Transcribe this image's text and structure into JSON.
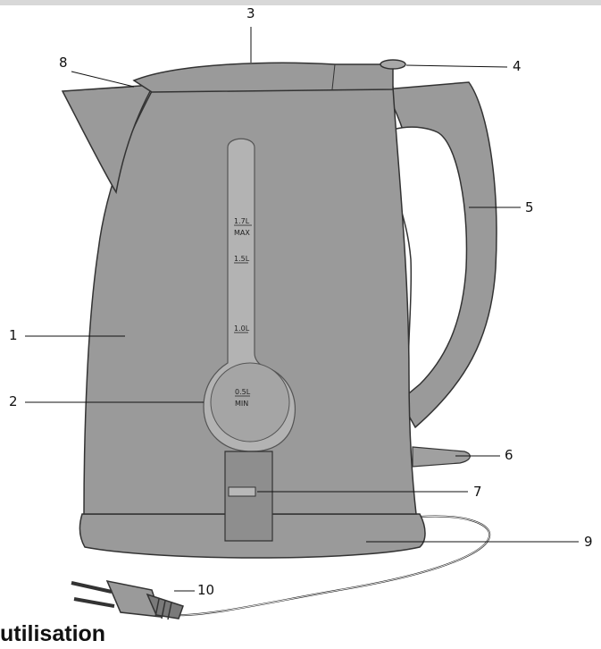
{
  "callouts": {
    "c1": "1",
    "c2": "2",
    "c3": "3",
    "c4": "4",
    "c5": "5",
    "c6": "6",
    "c7": "7",
    "c8": "8",
    "c9": "9",
    "c10": "10"
  },
  "gauge": {
    "max_volume": "1.7L",
    "max_label": "MAX",
    "mark_15": "1.5L",
    "mark_10": "1.0L",
    "min_volume": "0.5L",
    "min_label": "MIN"
  },
  "section_title": "utilisation",
  "colors": {
    "body": "#9a9a9a",
    "shade": "#8a8a8a",
    "window": "#b8b8b8",
    "handle_inner": "#ffffff"
  }
}
